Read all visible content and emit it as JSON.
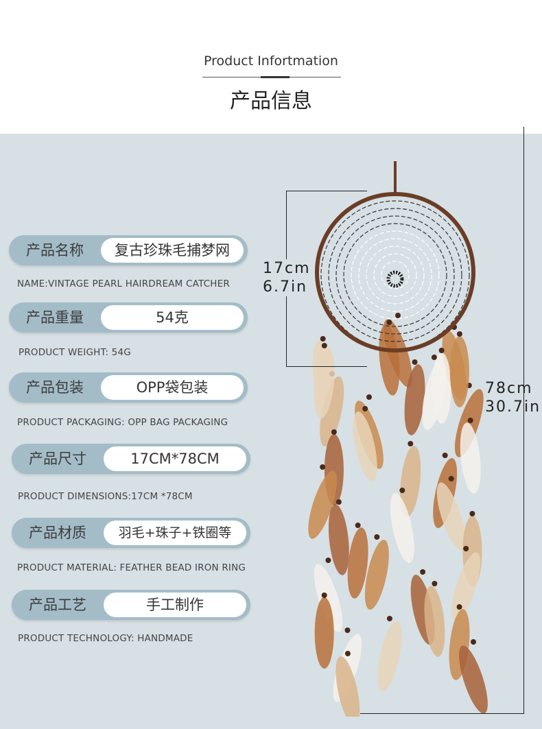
{
  "header": {
    "title_en": "Product Infortmation",
    "title_cn": "产品信息"
  },
  "specs": [
    {
      "label": "产品名称",
      "value": "复古珍珠毛捕梦网",
      "caption": "NAME:VINTAGE PEARL HAIRDREAM CATCHER"
    },
    {
      "label": "产品重量",
      "value": "54克",
      "caption": "PRODUCT  WEIGHT: 54G"
    },
    {
      "label": "产品包装",
      "value": "OPP袋包装",
      "caption": "PRODUCT PACKAGING: OPP BAG PACKAGING"
    },
    {
      "label": "产品尺寸",
      "value": "17CM*78CM",
      "caption": "PRODUCT DIMENSIONS:17CM *78CM"
    },
    {
      "label": "产品材质",
      "value": "羽毛+珠子+铁圈等",
      "caption": "PRODUCT MATERIAL: FEATHER  BEAD  IRON RING"
    },
    {
      "label": "产品工艺",
      "value": "手工制作",
      "caption": "PRODUCT TECHNOLOGY: HANDMADE"
    }
  ],
  "dimensions": {
    "diameter_cm": "17cm",
    "diameter_in": "6.7in",
    "length_cm": "78cm",
    "length_in": "30.7in"
  },
  "colors": {
    "background": "#d7e0e4",
    "pill": "#a3bcc8",
    "ring": "#6b3d26",
    "feather": "#b8703a"
  }
}
